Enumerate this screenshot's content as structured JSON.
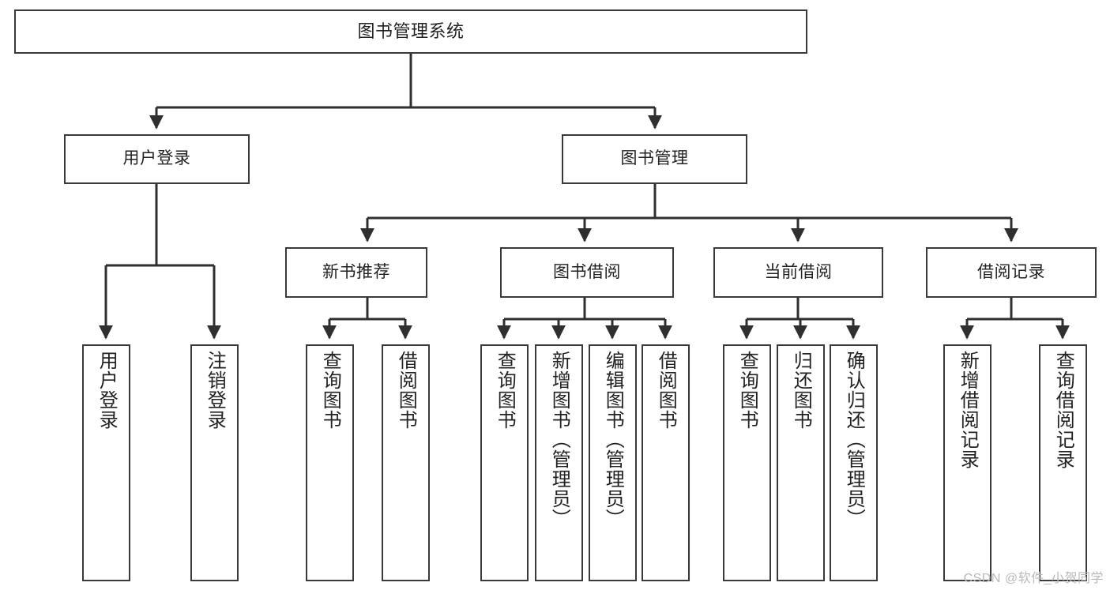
{
  "diagram": {
    "type": "tree",
    "title": "图书管理系统",
    "colors": {
      "box_border": "#3a3a3a",
      "box_fill": "#ffffff",
      "connector": "#2f2f2f",
      "text": "#222222",
      "watermark": "#b9b9b9"
    },
    "root": {
      "label": "图书管理系统"
    },
    "level2": [
      {
        "label": "用户登录"
      },
      {
        "label": "图书管理"
      }
    ],
    "level3": [
      {
        "label": "新书推荐"
      },
      {
        "label": "图书借阅"
      },
      {
        "label": "当前借阅"
      },
      {
        "label": "借阅记录"
      }
    ],
    "leaves": {
      "user_login": [
        {
          "label": "用户登录"
        },
        {
          "label": "注销登录"
        }
      ],
      "new_book_recommend": [
        {
          "label": "查询图书"
        },
        {
          "label": "借阅图书"
        }
      ],
      "book_borrow": [
        {
          "label": "查询图书"
        },
        {
          "label": "新增图书（管理员）"
        },
        {
          "label": "编辑图书（管理员）"
        },
        {
          "label": "借阅图书"
        }
      ],
      "current_borrow": [
        {
          "label": "查询图书"
        },
        {
          "label": "归还图书"
        },
        {
          "label": "确认归还（管理员）"
        }
      ],
      "borrow_record": [
        {
          "label": "新增借阅记录"
        },
        {
          "label": "查询借阅记录"
        }
      ]
    }
  },
  "watermark": {
    "text": "CSDN @软件_小贺同学"
  }
}
